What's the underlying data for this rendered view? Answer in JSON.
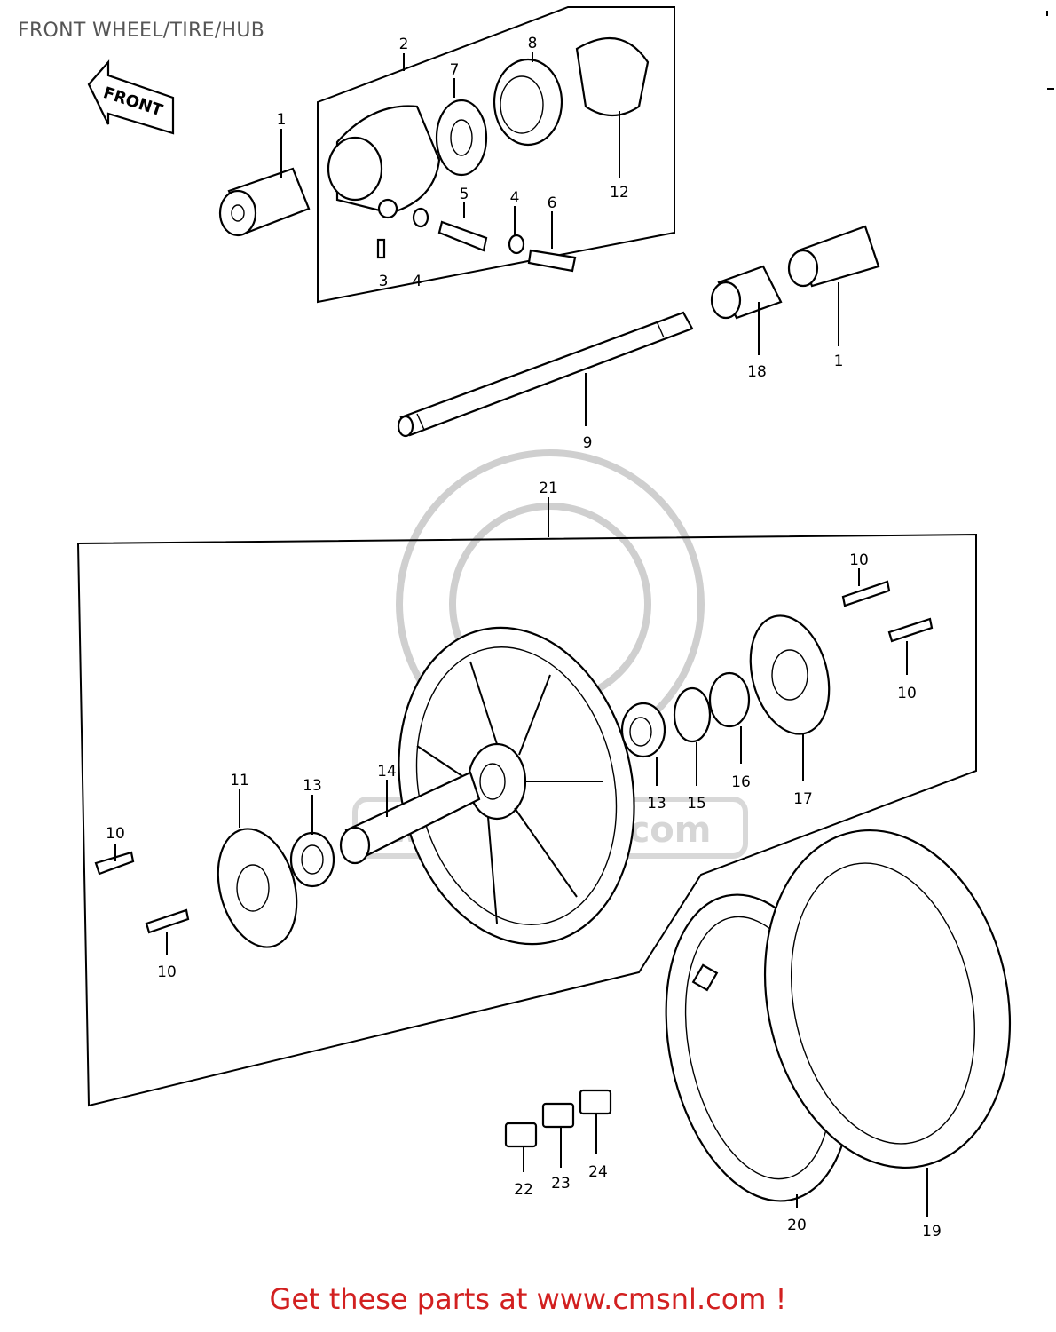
{
  "title": "FRONT WHEEL/TIRE/HUB",
  "front_arrow": "FRONT",
  "watermark": "www.cmsnl.com",
  "footer": "Get these parts at www.cmsnl.com !",
  "callouts": {
    "c1a": "1",
    "c2": "2",
    "c3": "3",
    "c4a": "4",
    "c4b": "4",
    "c5": "5",
    "c6": "6",
    "c7": "7",
    "c8": "8",
    "c12": "12",
    "c18": "18",
    "c1b": "1",
    "c9": "9",
    "c21": "21",
    "c10a": "10",
    "c10b": "10",
    "c10c": "10",
    "c10d": "10",
    "c11": "11",
    "c13a": "13",
    "c14": "14",
    "c13b": "13",
    "c15": "15",
    "c16": "16",
    "c17": "17",
    "c22": "22",
    "c23": "23",
    "c24": "24",
    "c20": "20",
    "c19": "19"
  }
}
